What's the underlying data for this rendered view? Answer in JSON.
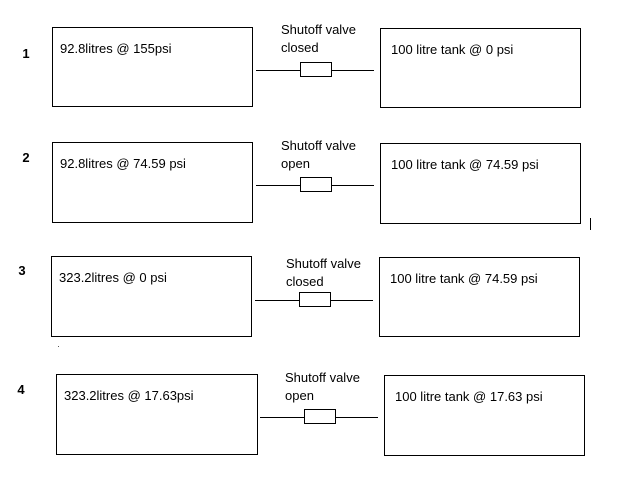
{
  "stages": [
    {
      "number": "1",
      "left_tank": "92.8litres @ 155psi",
      "valve_label": "Shutoff valve",
      "valve_state": "closed",
      "right_tank": "100 litre tank @ 0 psi"
    },
    {
      "number": "2",
      "left_tank": "92.8litres @ 74.59 psi",
      "valve_label": "Shutoff valve",
      "valve_state": "open",
      "right_tank": "100 litre tank @ 74.59 psi"
    },
    {
      "number": "3",
      "left_tank": "323.2litres @ 0 psi",
      "valve_label": "Shutoff valve",
      "valve_state": "closed",
      "right_tank": "100 litre tank @ 74.59 psi"
    },
    {
      "number": "4",
      "left_tank": "323.2litres @ 17.63psi",
      "valve_label": "Shutoff valve",
      "valve_state": "open",
      "right_tank": "100 litre tank @ 17.63 psi"
    }
  ]
}
